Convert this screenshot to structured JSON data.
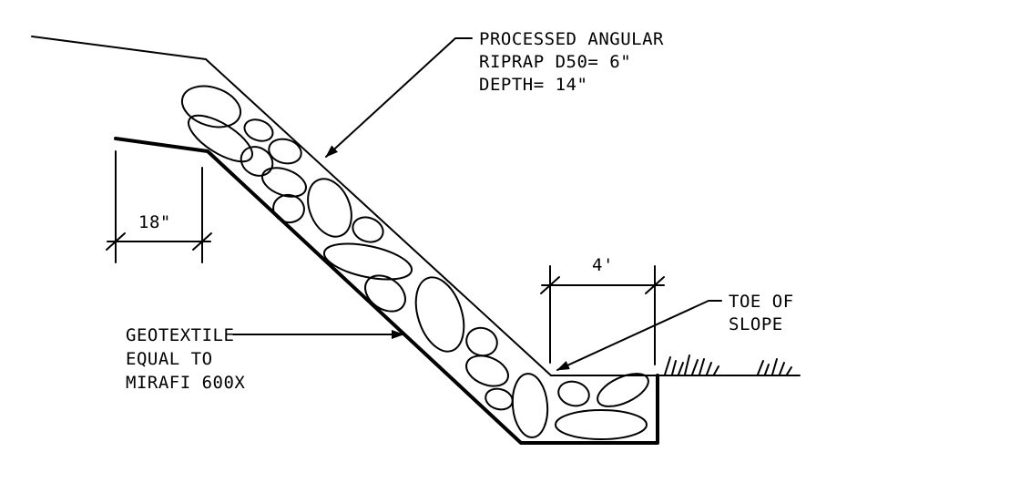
{
  "diagram": {
    "labels": {
      "riprap_line1": "PROCESSED ANGULAR",
      "riprap_line2": "RIPRAP D50= 6\"",
      "riprap_line3": "DEPTH= 14\"",
      "dimension_key": "18\"",
      "dimension_toe": "4'",
      "toe_line1": "TOE OF",
      "toe_line2": "SLOPE",
      "geo_line1": "GEOTEXTILE",
      "geo_line2": "EQUAL TO",
      "geo_line3": "MIRAFI 600X"
    }
  }
}
